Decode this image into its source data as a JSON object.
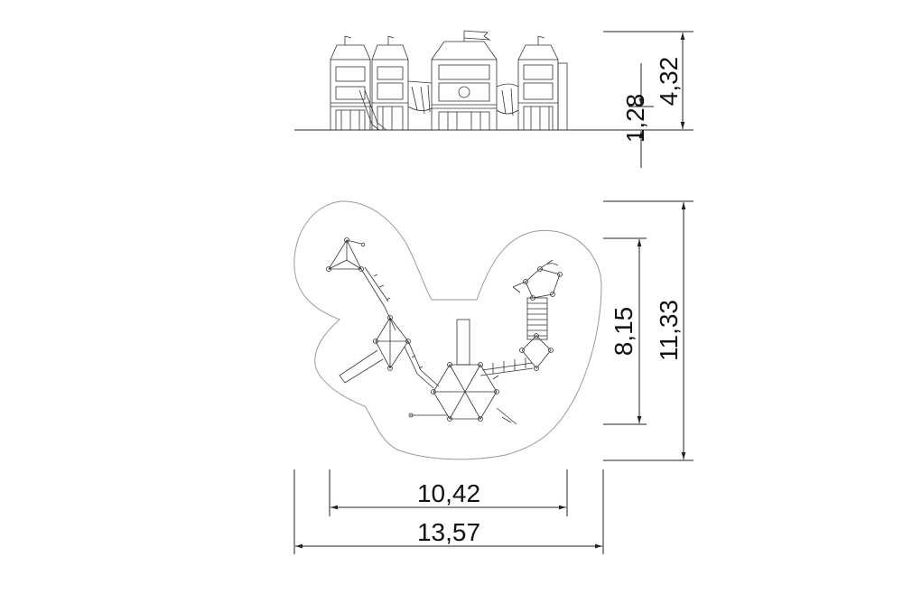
{
  "drawing": {
    "elevation_dimensions": {
      "total_height": "4,32",
      "platform_height": "1,28"
    },
    "plan_dimensions": {
      "equipment_depth": "8,15",
      "safety_depth": "11,33",
      "equipment_width": "10,42",
      "safety_width": "13,57"
    },
    "colors": {
      "line": "#222222",
      "safety_zone": "#9a9a9a",
      "background": "#ffffff"
    }
  }
}
